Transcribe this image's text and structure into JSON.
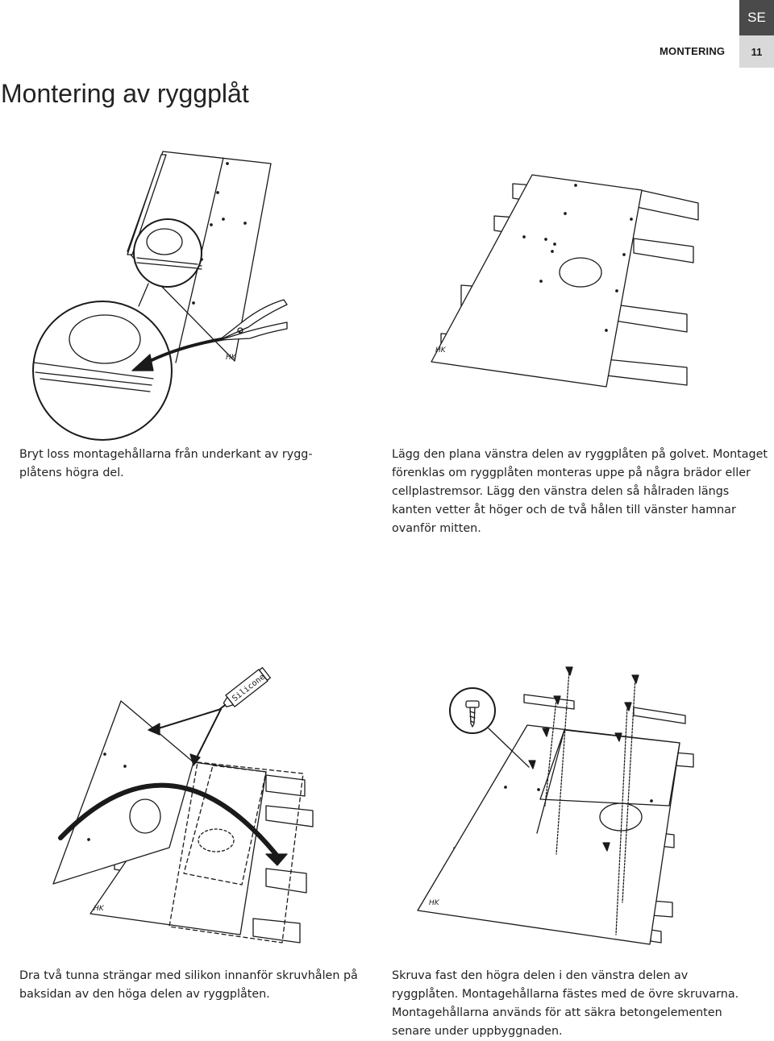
{
  "header": {
    "language_code": "SE",
    "section": "MONTERING",
    "page_number": "11"
  },
  "page_title": "Montering av ryggplåt",
  "steps": [
    {
      "lines": [
        "Bryt loss montagehållarna från underkant av rygg-",
        "plåtens högra del."
      ]
    },
    {
      "lines": [
        "Lägg den plana vänstra delen av ryggplåten på golvet. Montaget",
        "förenklas om ryggplåten monteras uppe på några brädor eller",
        "cellplastremsor. Lägg den vänstra delen så hålraden längs",
        "kanten vetter åt höger och de två hålen till vänster hamnar",
        "ovanför mitten."
      ]
    },
    {
      "lines": [
        "Dra två tunna strängar med silikon innanför skruvhålen på",
        "baksidan av den höga delen av ryggplåten."
      ]
    },
    {
      "lines": [
        "Skruva fast den högra delen i den vänstra delen av",
        "ryggplåten. Montagehållarna fästes med de övre skruvarna.",
        "Montagehållarna används för att säkra betongelementen",
        "senare under uppbyggnaden."
      ]
    }
  ],
  "illustrations": {
    "panel_mark": "HK",
    "tube_label": "Silicone"
  },
  "colors": {
    "tab_background": "#4a4a4a",
    "page_box_background": "#d9d9d9",
    "line": "#1a1a1a"
  }
}
